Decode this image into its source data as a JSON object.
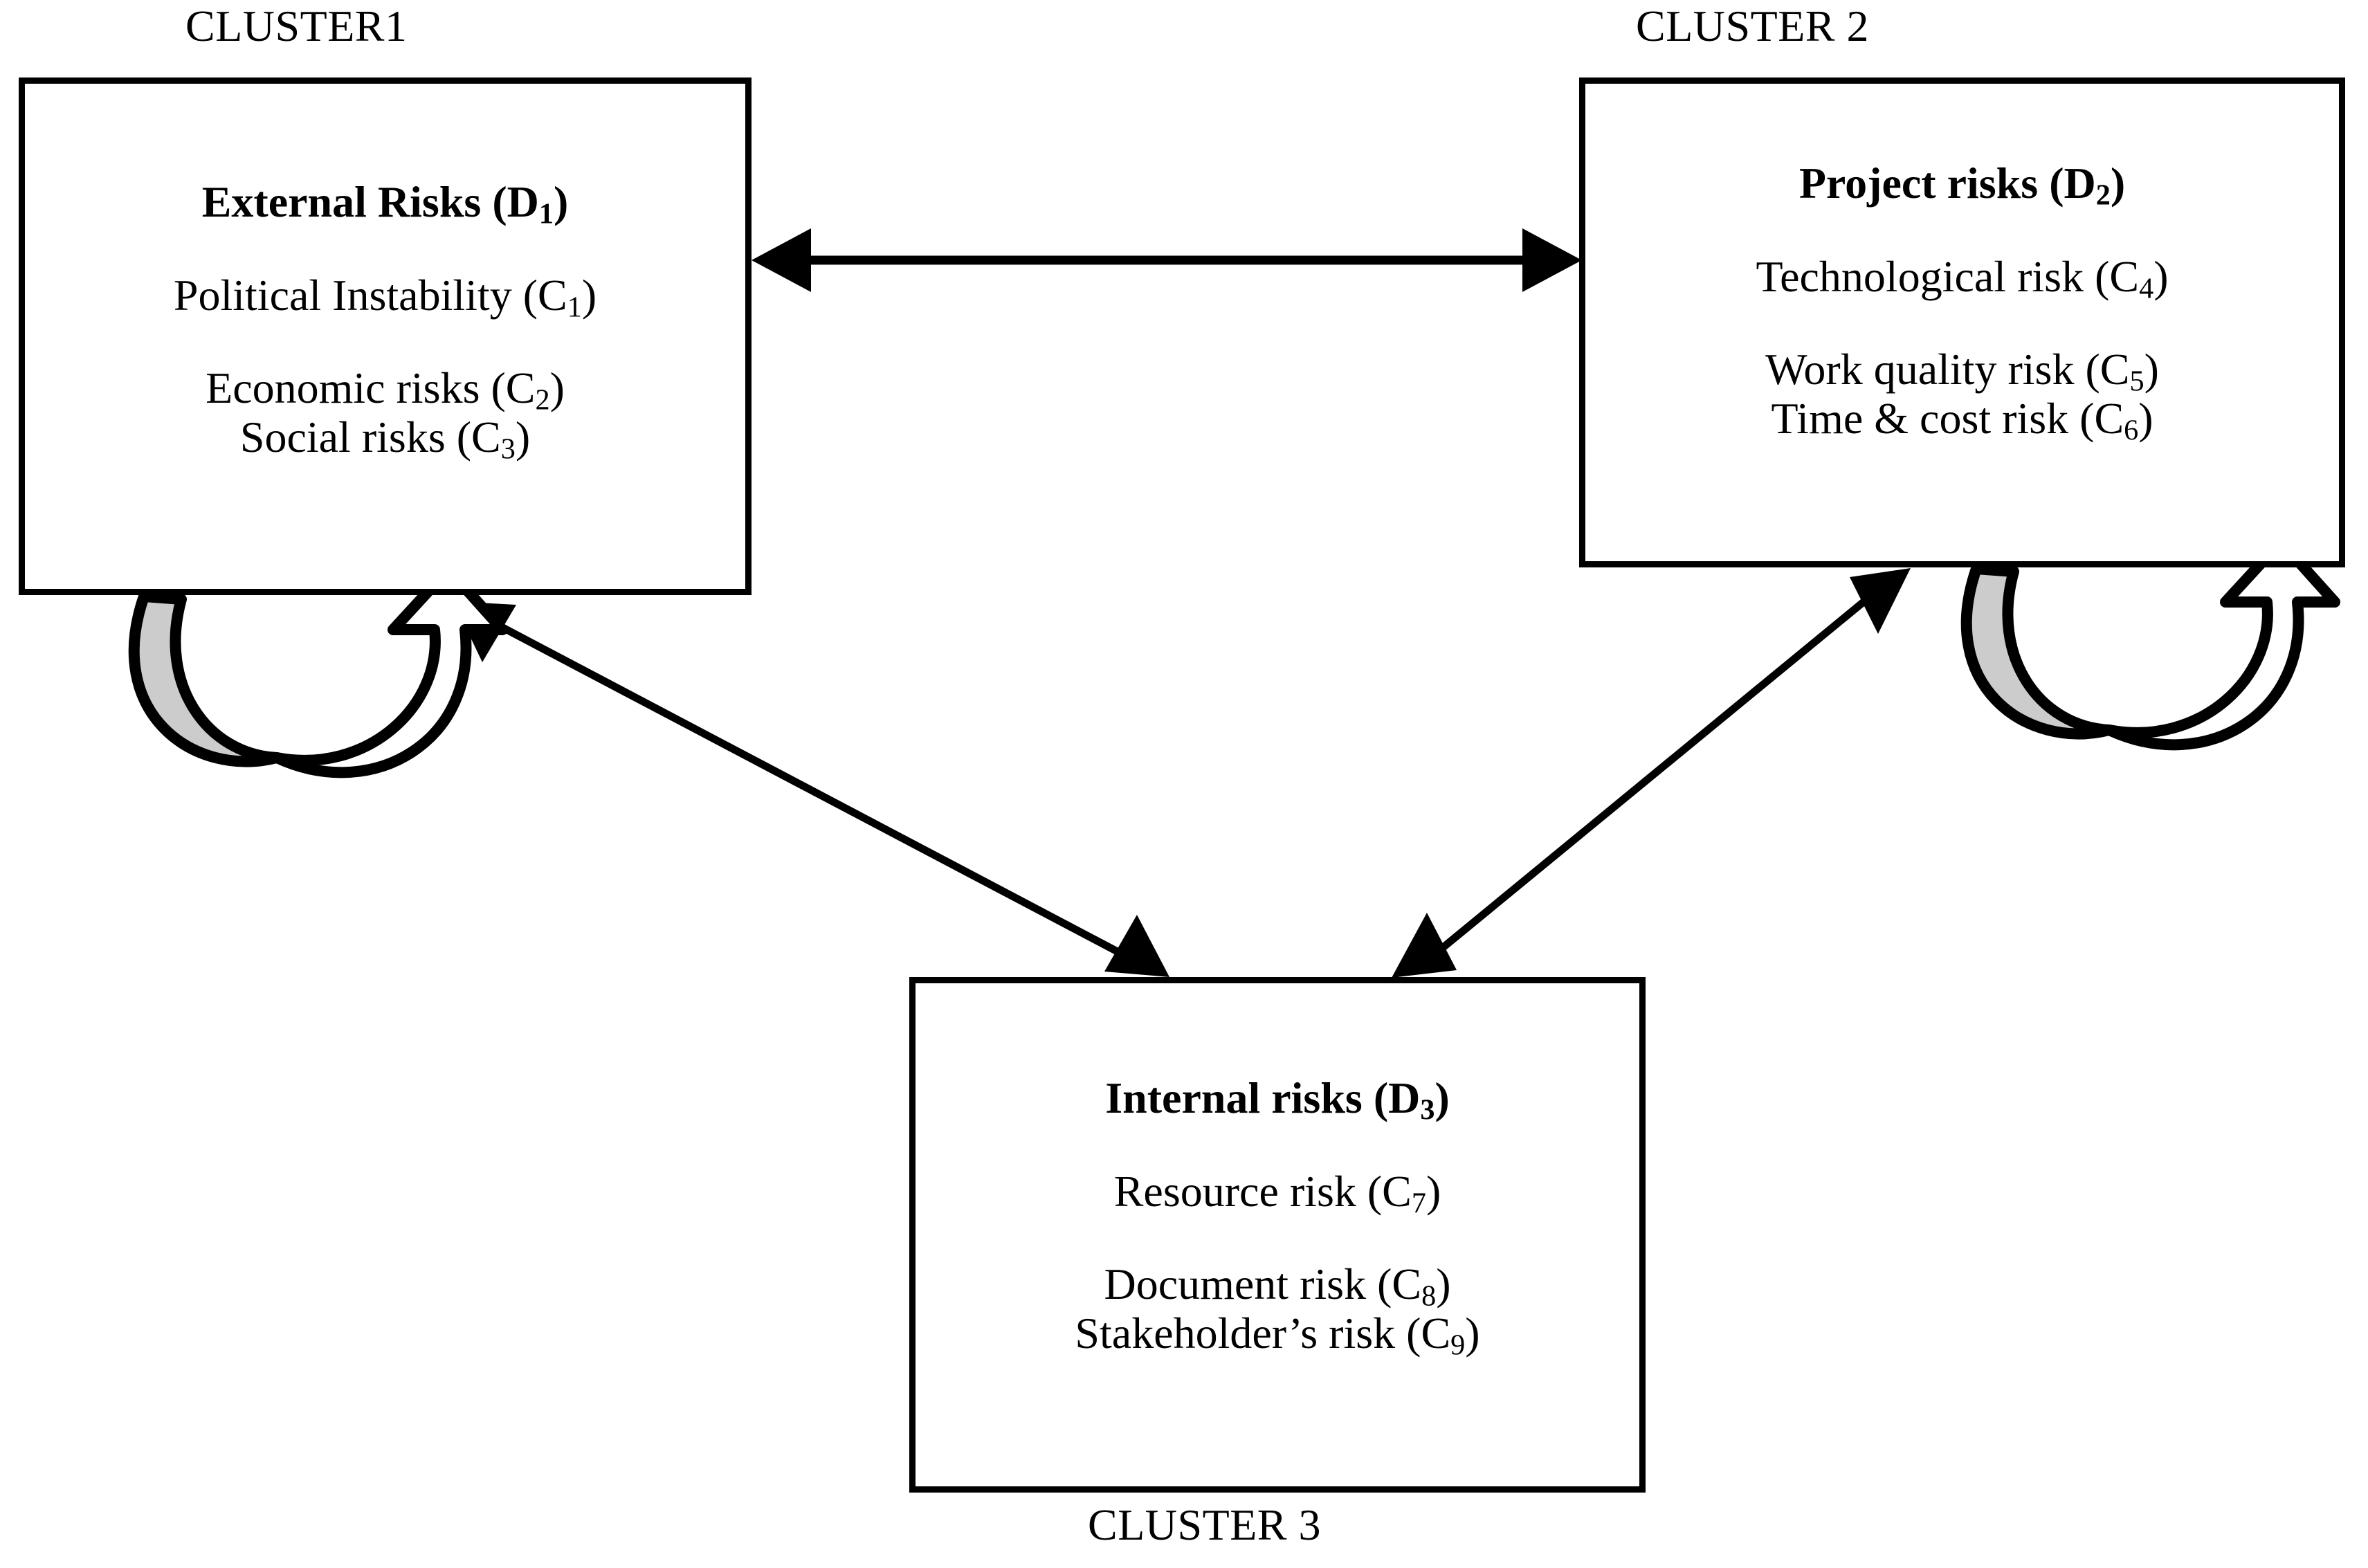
{
  "diagram": {
    "title": "Risk cluster network (ANP) diagram",
    "background_color": "#ffffff",
    "line_color": "#000000",
    "loop_fill_color": "#cccccc"
  },
  "clusters": [
    {
      "id": "cluster1",
      "caption": "CLUSTER1",
      "heading": "External Risks (D",
      "heading_sub": "1",
      "heading_tail": ")",
      "items": [
        {
          "label": "Political Instability (C",
          "sub": "1",
          "tail": ")"
        },
        {
          "label": "Economic risks (C",
          "sub": "2",
          "tail": ")"
        },
        {
          "label": "Social risks (C",
          "sub": "3",
          "tail": ")"
        }
      ]
    },
    {
      "id": "cluster2",
      "caption": "CLUSTER 2",
      "heading": "Project risks (D",
      "heading_sub": "2",
      "heading_tail": ")",
      "items": [
        {
          "label": "Technological risk (C",
          "sub": "4",
          "tail": ")"
        },
        {
          "label": "Work quality risk (C",
          "sub": "5",
          "tail": ")"
        },
        {
          "label": "Time & cost risk (C",
          "sub": "6",
          "tail": ")"
        }
      ]
    },
    {
      "id": "cluster3",
      "caption": "CLUSTER 3",
      "heading": "Internal risks (D",
      "heading_sub": "3",
      "heading_tail": ")",
      "items": [
        {
          "label": "Resource risk (C",
          "sub": "7",
          "tail": ")"
        },
        {
          "label": "Document risk (C",
          "sub": "8",
          "tail": ")"
        },
        {
          "label": "Stakeholder’s risk (C",
          "sub": "9",
          "tail": ")"
        }
      ]
    }
  ],
  "connections": [
    {
      "name": "cluster1-cluster2-link",
      "from": "cluster1",
      "to": "cluster2",
      "style": "double-headed-straight"
    },
    {
      "name": "cluster1-cluster3-link",
      "from": "cluster1",
      "to": "cluster3",
      "style": "double-headed-straight"
    },
    {
      "name": "cluster2-cluster3-link",
      "from": "cluster2",
      "to": "cluster3",
      "style": "double-headed-straight"
    },
    {
      "name": "cluster1-self-loop",
      "from": "cluster1",
      "to": "cluster1",
      "style": "curved-block-loop"
    },
    {
      "name": "cluster2-self-loop",
      "from": "cluster2",
      "to": "cluster2",
      "style": "curved-block-loop"
    }
  ]
}
